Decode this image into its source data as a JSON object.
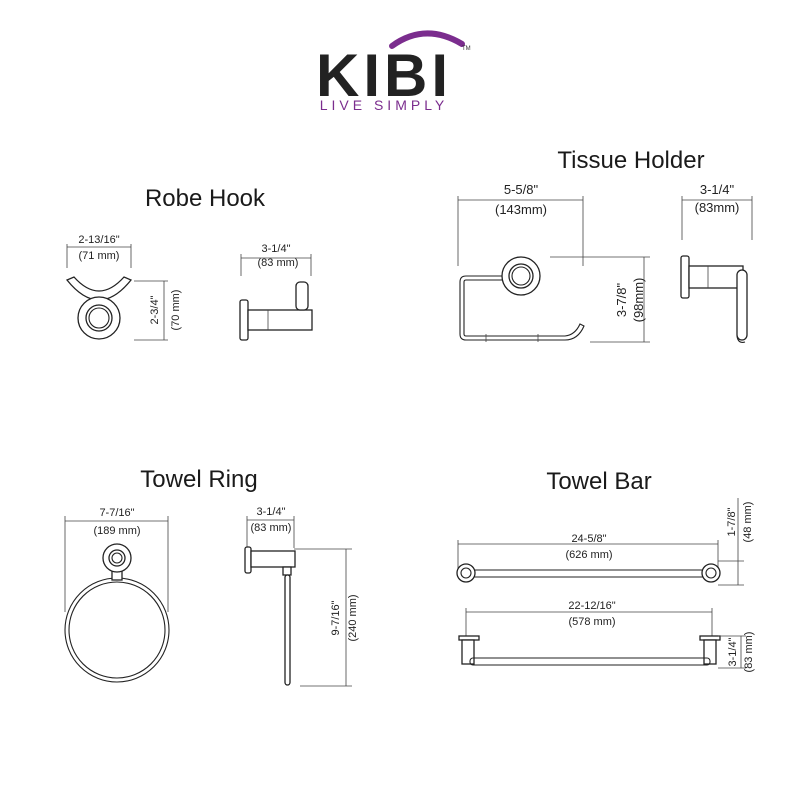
{
  "brand": {
    "name": "KIBI",
    "tagline": "LIVE SIMPLY",
    "trademark": "TM",
    "accent_color": "#7b2d8e"
  },
  "robe_hook": {
    "title": "Robe Hook",
    "width_in": "2-13/16\"",
    "width_mm": "(71 mm)",
    "height_in": "2-3/4\"",
    "height_mm": "(70 mm)",
    "depth_in": "3-1/4\"",
    "depth_mm": "(83 mm)"
  },
  "tissue_holder": {
    "title": "Tissue Holder",
    "width_in": "5-5/8\"",
    "width_mm": "(143mm)",
    "height_in": "3-7/8\"",
    "height_mm": "(98mm)",
    "depth_in": "3-1/4\"",
    "depth_mm": "(83mm)"
  },
  "towel_ring": {
    "title": "Towel Ring",
    "width_in": "7-7/16\"",
    "width_mm": "(189 mm)",
    "depth_in": "3-1/4\"",
    "depth_mm": "(83 mm)",
    "height_in": "9-7/16\"",
    "height_mm": "(240 mm)"
  },
  "towel_bar": {
    "title": "Towel Bar",
    "length_in": "24-5/8\"",
    "length_mm": "(626 mm)",
    "height_in": "1-7/8\"",
    "height_mm": "(48 mm)",
    "inner_in": "22-12/16\"",
    "inner_mm": "(578 mm)",
    "depth_in": "3-1/4\"",
    "depth_mm": "(83 mm)"
  }
}
